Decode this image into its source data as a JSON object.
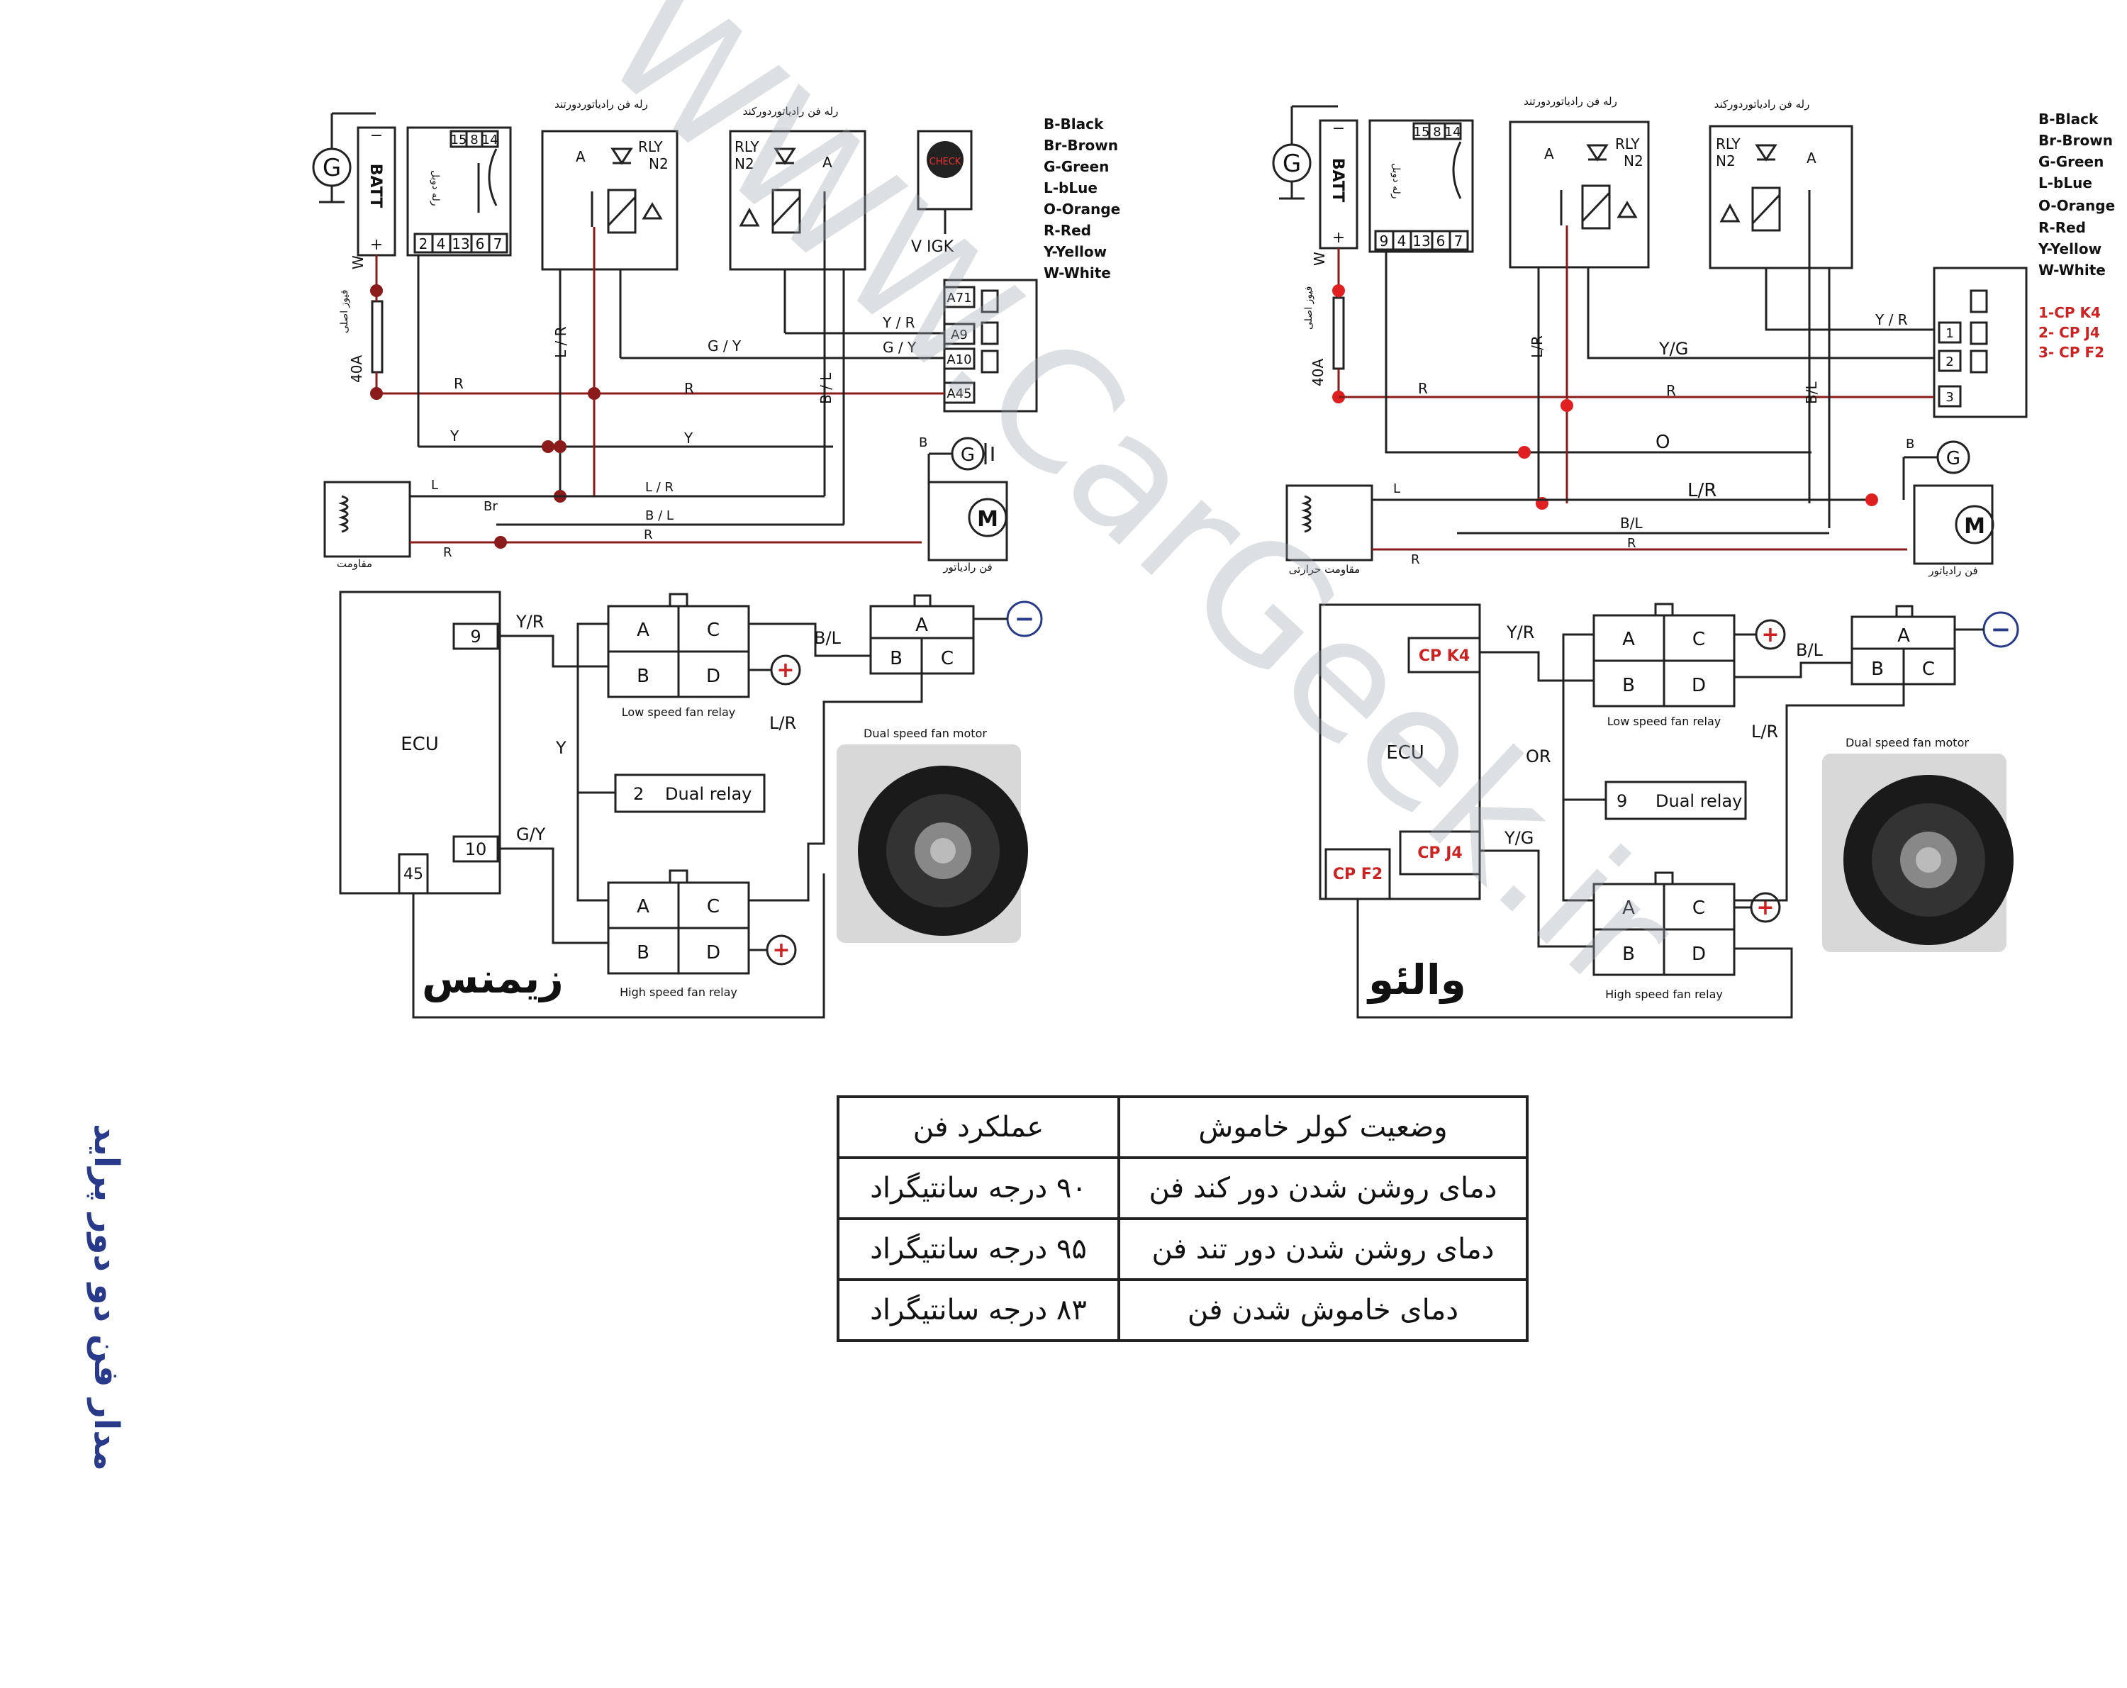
{
  "watermark": "WWW.CarGeek.ir",
  "side_title": "مدار فن دو دور پراید",
  "legend": [
    "B-Black",
    "Br-Brown",
    "G-Green",
    "L-bLue",
    "O-Orange",
    "R-Red",
    "Y-Yellow",
    "W-White"
  ],
  "cp_legend": [
    "1-CP K4",
    "2- CP J4",
    "3- CP F2"
  ],
  "left": {
    "system_title": "زیمنس",
    "batt": "BATT",
    "fuse": "40A",
    "fuse_label": "فیوز اصلی",
    "ign_switch": "رله دوبل",
    "ign_pins_top": [
      "15",
      "8",
      "14"
    ],
    "ign_pins_bottom": [
      "2",
      "4",
      "13",
      "6",
      "7"
    ],
    "relay_fast_title": "رله فن رادیاتوردورتند",
    "relay_slow_title": "رله فن رادیاتوردورکند",
    "relay_rly": "RLY",
    "relay_n2": "N2",
    "relay_a": "A",
    "check_label": "CHECK",
    "vigk": "V IGK",
    "ecu_pins": [
      "A71",
      "A9",
      "A10",
      "A45"
    ],
    "wire_yr": "Y / R",
    "wire_gy": "G / Y",
    "wire_gy2": "G / Y",
    "wire_lr": "L / R",
    "wire_bl": "B / L",
    "wire_r": "R",
    "wire_r2": "R",
    "wire_y": "Y",
    "wire_y2": "Y",
    "wire_w": "W",
    "wire_l": "L",
    "wire_br": "Br",
    "wire_lr2": "L / R",
    "wire_bl2": "B / L",
    "wire_r3": "R",
    "wire_r4": "R",
    "wire_b": "B",
    "resistor_label": "مقاومت",
    "motor_label": "فن رادیاتور",
    "ecu": "ECU",
    "ecu_pin9": "9",
    "ecu_pin10": "10",
    "ecu_pin45": "45",
    "bw_yr": "Y/R",
    "bw_gy": "G/Y",
    "bw_y": "Y",
    "bw_bl": "B/L",
    "bw_lr": "L/R",
    "low_relay": "Low speed fan relay",
    "high_relay": "High speed fan relay",
    "dual_relay_num": "2",
    "dual_relay": "Dual relay",
    "fan_motor": "Dual speed fan motor"
  },
  "right": {
    "system_title": "والئو",
    "batt": "BATT",
    "fuse": "40A",
    "fuse_label": "فیوز اصلی",
    "ign_switch": "رله دوبل",
    "ign_pins_top": [
      "15",
      "8",
      "14"
    ],
    "ign_pins_bottom": [
      "9",
      "4",
      "13",
      "6",
      "7"
    ],
    "relay_fast_title": "رله فن رادیاتوردورتند",
    "relay_slow_title": "رله فن رادیاتوردورکند",
    "relay_rly": "RLY",
    "relay_n2": "N2",
    "relay_a": "A",
    "ecu_pins": [
      "1",
      "2",
      "3"
    ],
    "wire_yr": "Y / R",
    "wire_yg": "Y/G",
    "wire_lr": "L/R",
    "wire_bl": "B/L",
    "wire_r": "R",
    "wire_r2": "R",
    "wire_o": "O",
    "wire_w": "W",
    "wire_l": "L",
    "wire_lr2": "L/R",
    "wire_bl2": "B/L",
    "wire_r3": "R",
    "wire_r4": "R",
    "wire_b": "B",
    "resistor_label": "مقاومت حرارتی",
    "motor_label": "فن رادیاتور",
    "ecu": "ECU",
    "cp_k4": "CP K4",
    "cp_j4": "CP J4",
    "cp_f2": "CP F2",
    "bw_yr": "Y/R",
    "bw_yg": "Y/G",
    "bw_or": "OR",
    "bw_bl": "B/L",
    "bw_lr": "L/R",
    "low_relay": "Low speed fan relay",
    "high_relay": "High speed fan relay",
    "dual_relay_num": "9",
    "dual_relay": "Dual relay",
    "fan_motor": "Dual speed fan motor"
  },
  "relay_pins": [
    "A",
    "B",
    "C",
    "D"
  ],
  "table": {
    "headers": [
      "وضعیت کولر خاموش",
      "عملکرد فن"
    ],
    "rows": [
      [
        "دمای روشن شدن دور کند فن",
        "۹۰ درجه سانتیگراد"
      ],
      [
        "دمای روشن شدن دور تند فن",
        "۹۵ درجه سانتیگراد"
      ],
      [
        "دمای خاموش شدن فن",
        "۸۳ درجه سانتیگراد"
      ]
    ]
  }
}
